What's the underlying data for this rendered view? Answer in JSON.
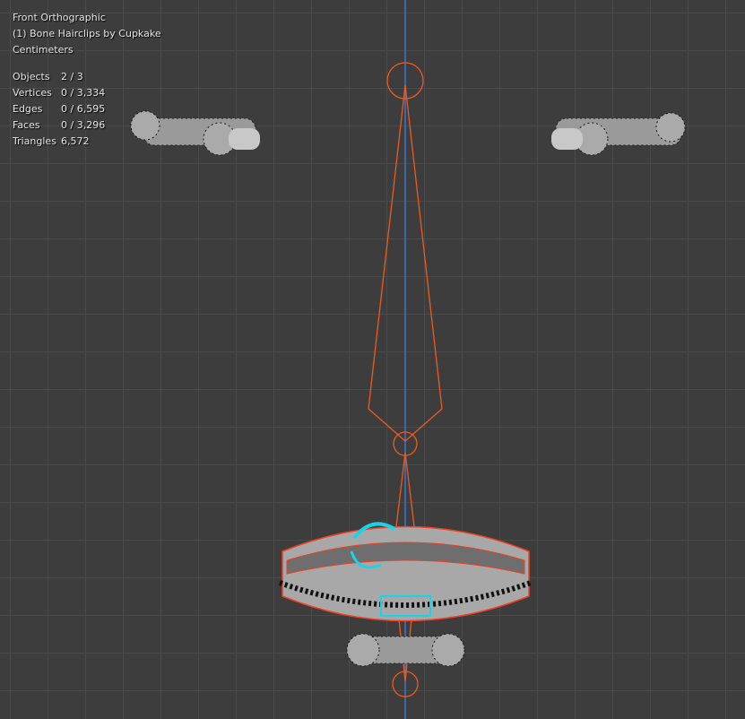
{
  "viewport": {
    "view_name": "Front Orthographic",
    "object_name": "(1) Bone Hairclips by Cupkake",
    "units": "Centimeters",
    "stats": [
      {
        "label": "Objects",
        "value": "2 / 3"
      },
      {
        "label": "Vertices",
        "value": "0 / 3,334"
      },
      {
        "label": "Edges",
        "value": "0 / 6,595"
      },
      {
        "label": "Faces",
        "value": "0 / 3,296"
      },
      {
        "label": "Triangles",
        "value": "6,572"
      }
    ]
  },
  "colors": {
    "background": "#3d3d3d",
    "axis": "#3a78d0",
    "bone": "#f05a1e",
    "selected": "#19d4e6"
  }
}
